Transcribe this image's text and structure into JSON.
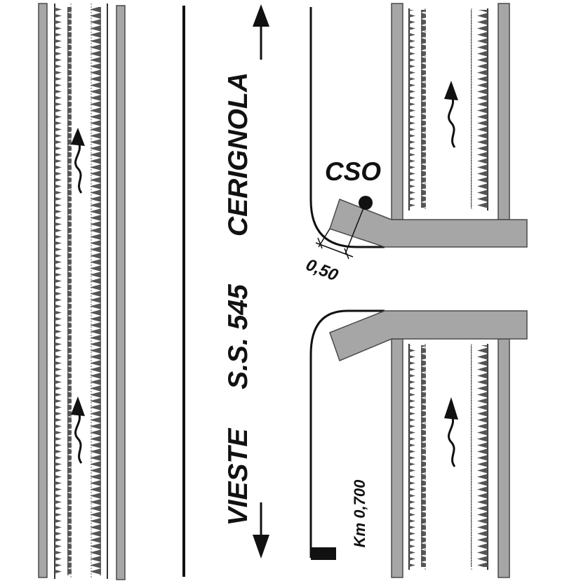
{
  "labels": {
    "road_name": "S.S. 545",
    "direction_north": "CERIGNOLA",
    "direction_south": "VIESTE",
    "site_code": "CSO",
    "dimension": "0,50",
    "km_marker": "Km 0,700"
  },
  "colors": {
    "line": "#111111",
    "barrier_fill": "#a6a6a6",
    "barrier_stroke": "#4a4a4a",
    "vegetation": "#555555",
    "background": "#ffffff"
  },
  "icons": [
    "arrow-up-icon",
    "arrow-down-icon",
    "water-flow-arrow-icon",
    "manhole-icon",
    "km-marker-icon"
  ]
}
